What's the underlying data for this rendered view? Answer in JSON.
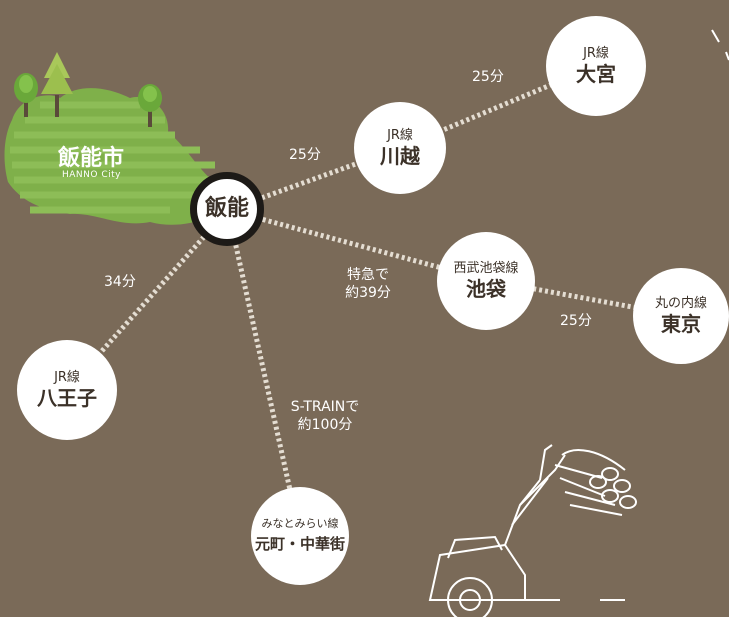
{
  "city": {
    "name": "飯能市",
    "name_en": "HANNO City"
  },
  "hub": {
    "name": "飯能"
  },
  "stations": {
    "kawagoe": {
      "line": "JR線",
      "name": "川越"
    },
    "omiya": {
      "line": "JR線",
      "name": "大宮"
    },
    "ikebukuro": {
      "line": "西武池袋線",
      "name": "池袋"
    },
    "tokyo": {
      "line": "丸の内線",
      "name": "東京"
    },
    "hachioji": {
      "line": "JR線",
      "name": "八王子"
    },
    "motomachi": {
      "line": "みなとみらい線",
      "name": "元町・中華街"
    }
  },
  "times": {
    "hanno_kawagoe": "25分",
    "kawagoe_omiya": "25分",
    "hanno_hachioji": "34分",
    "hanno_ikebukuro_1": "特急で",
    "hanno_ikebukuro_2": "約39分",
    "ikebukuro_tokyo": "25分",
    "hanno_motomachi_1": "S-TRAINで",
    "hanno_motomachi_2": "約100分"
  },
  "colors": {
    "background": "#7a6a58",
    "route": "#e4ddd2",
    "node": "#ffffff",
    "city_green": "#7fb04a"
  }
}
